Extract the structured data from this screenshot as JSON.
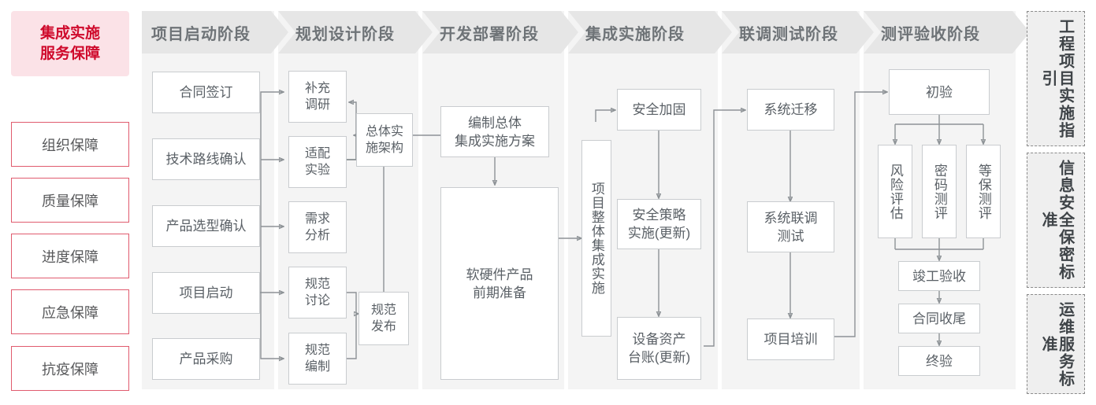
{
  "diagram": {
    "title_box": {
      "line1": "集成实施",
      "line2": "服务保障"
    },
    "guarantees": [
      {
        "label": "组织保障"
      },
      {
        "label": "质量保障"
      },
      {
        "label": "进度保障"
      },
      {
        "label": "应急保障"
      },
      {
        "label": "抗疫保障"
      }
    ],
    "phases": [
      {
        "id": "p1",
        "header": "项目启动阶段"
      },
      {
        "id": "p2",
        "header": "规划设计阶段"
      },
      {
        "id": "p3",
        "header": "开发部署阶段"
      },
      {
        "id": "p4",
        "header": "集成实施阶段"
      },
      {
        "id": "p5",
        "header": "联调测试阶段"
      },
      {
        "id": "p6",
        "header": "测评验收阶段"
      }
    ],
    "nodes": {
      "n_contract": "合同签订",
      "n_techroute": "技术路线确认",
      "n_product_sel": "产品选型确认",
      "n_kickoff": "项目启动",
      "n_purchase": "产品采购",
      "n_supp_research_l1": "补充",
      "n_supp_research_l2": "调研",
      "n_adapt_l1": "适配",
      "n_adapt_l2": "实验",
      "n_demand_l1": "需求",
      "n_demand_l2": "分析",
      "n_specdisc_l1": "规范",
      "n_specdisc_l2": "讨论",
      "n_specwrite_l1": "规范",
      "n_specwrite_l2": "编制",
      "n_arch_l1": "总体实",
      "n_arch_l2": "施架构",
      "n_specpub_l1": "规范",
      "n_specpub_l2": "发布",
      "n_plan_l1": "编制总体",
      "n_plan_l2": "集成实施方案",
      "n_prepare_l1": "软硬件产品",
      "n_prepare_l2": "前期准备",
      "n_overall_impl": "项目整体集成实施",
      "n_sec_harden": "安全加固",
      "n_sec_policy_l1": "安全策略",
      "n_sec_policy_l2": "实施(更新)",
      "n_asset_l1": "设备资产",
      "n_asset_l2": "台账(更新)",
      "n_migrate": "系统迁移",
      "n_jointtest_l1": "系统联调",
      "n_jointtest_l2": "测试",
      "n_training": "项目培训",
      "n_first_accept": "初验",
      "n_risk": "风险评估",
      "n_crypto": "密码测评",
      "n_mlps": "等保测评",
      "n_completion": "竣工验收",
      "n_contract_close": "合同收尾",
      "n_final_accept": "终验"
    },
    "standards": [
      {
        "label": "工程项目实施指引"
      },
      {
        "label": "信息安全保密标准"
      },
      {
        "label": "运维服务标准"
      }
    ],
    "colors": {
      "accent_red": "#cf0a2c",
      "accent_red_bg": "#fbe2e7",
      "accent_red_border": "#e05b6e",
      "header_gray": "#e6e6e6",
      "header_text": "#6e7377",
      "column_bg": "#f4f4f4",
      "node_border": "#c9cccf",
      "node_text": "#5a6066",
      "wire": "#8d9296",
      "standards_bg": "#efefef",
      "standards_border": "#8a8a8a"
    }
  }
}
